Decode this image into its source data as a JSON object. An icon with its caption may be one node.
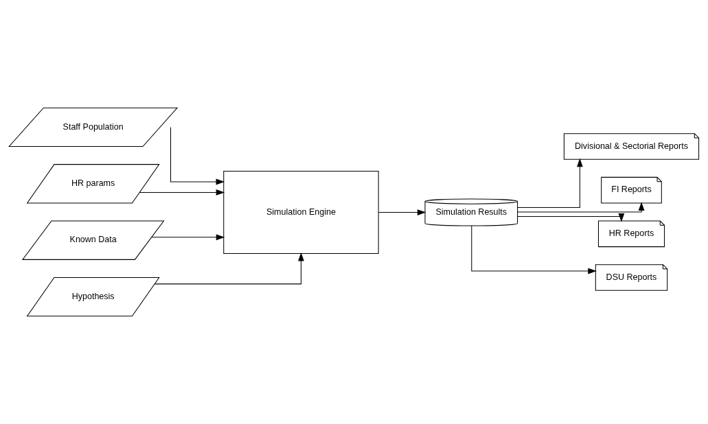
{
  "diagram": {
    "nodes": [
      {
        "text": [
          "Staff Population"
        ]
      },
      {
        "text": [
          "HR params"
        ]
      },
      {
        "text": [
          "Known Data"
        ]
      },
      {
        "text": [
          "Hypothesis"
        ]
      },
      {
        "text": [
          "Simulation Engine"
        ]
      },
      {
        "text": [
          "Simulation Results"
        ]
      },
      {
        "text": [
          "Divisional & Sectorial Reports"
        ]
      },
      {
        "text": [
          "FI Reports"
        ]
      },
      {
        "text": [
          "HR Reports"
        ]
      },
      {
        "text": [
          "DSU Reports"
        ]
      }
    ],
    "edges": [
      {
        "from": 0,
        "to": 4,
        "arrow": "to"
      },
      {
        "from": 1,
        "to": 4,
        "arrow": "to"
      },
      {
        "from": 2,
        "to": 4,
        "arrow": "to"
      },
      {
        "from": 3,
        "to": 4,
        "arrow": "to"
      },
      {
        "from": 4,
        "to": 5,
        "arrow": "to"
      },
      {
        "from": 5,
        "to": 6,
        "arrow": "to"
      },
      {
        "from": 5,
        "to": 7,
        "arrow": "to"
      },
      {
        "from": 5,
        "to": 8,
        "arrow": "to"
      },
      {
        "from": 5,
        "to": 9,
        "arrow": "to"
      }
    ]
  }
}
